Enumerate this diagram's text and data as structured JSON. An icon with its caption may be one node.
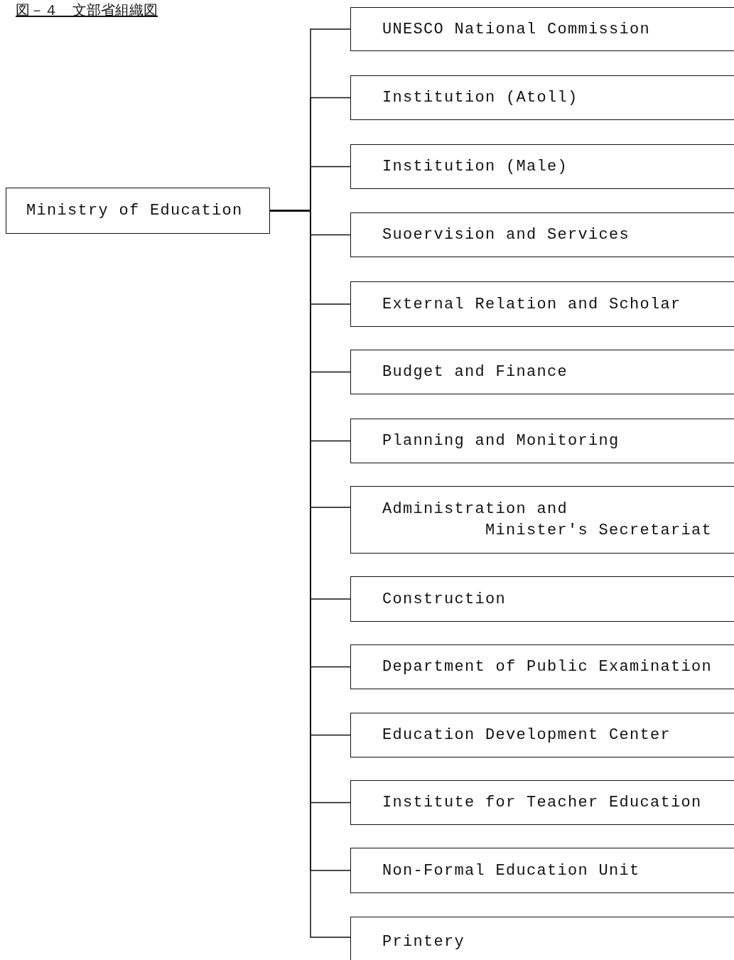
{
  "diagram": {
    "title": "図－４　文部省組織図",
    "nodes": [
      {
        "text": [
          "Ministry of Education"
        ]
      },
      {
        "text": [
          "UNESCO National Commission"
        ]
      },
      {
        "text": [
          "Institution (Atoll)"
        ]
      },
      {
        "text": [
          "Institution (Male)"
        ]
      },
      {
        "text": [
          "Suoervision and Services"
        ]
      },
      {
        "text": [
          "External Relation and Scholar"
        ]
      },
      {
        "text": [
          "Budget and Finance"
        ]
      },
      {
        "text": [
          "Planning and Monitoring"
        ]
      },
      {
        "text": [
          "Administration and Minister's Secretariat"
        ]
      },
      {
        "text": [
          "Construction"
        ]
      },
      {
        "text": [
          "Department of Public Examination"
        ]
      },
      {
        "text": [
          "Education Development Center"
        ]
      },
      {
        "text": [
          "Institute for Teacher Education"
        ]
      },
      {
        "text": [
          "Non-Formal Education Unit"
        ]
      },
      {
        "text": [
          "Printery"
        ]
      }
    ],
    "edges": [
      {
        "from": 0,
        "to": 1,
        "arrow": "none"
      },
      {
        "from": 0,
        "to": 2,
        "arrow": "none"
      },
      {
        "from": 0,
        "to": 3,
        "arrow": "none"
      },
      {
        "from": 0,
        "to": 4,
        "arrow": "none"
      },
      {
        "from": 0,
        "to": 5,
        "arrow": "none"
      },
      {
        "from": 0,
        "to": 6,
        "arrow": "none"
      },
      {
        "from": 0,
        "to": 7,
        "arrow": "none"
      },
      {
        "from": 0,
        "to": 8,
        "arrow": "none"
      },
      {
        "from": 0,
        "to": 9,
        "arrow": "none"
      },
      {
        "from": 0,
        "to": 10,
        "arrow": "none"
      },
      {
        "from": 0,
        "to": 11,
        "arrow": "none"
      },
      {
        "from": 0,
        "to": 12,
        "arrow": "none"
      },
      {
        "from": 0,
        "to": 13,
        "arrow": "none"
      },
      {
        "from": 0,
        "to": 14,
        "arrow": "none"
      }
    ]
  }
}
